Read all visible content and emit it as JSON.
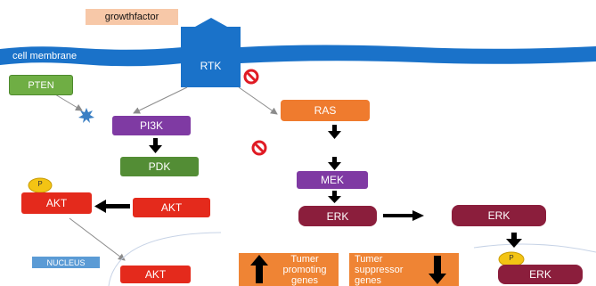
{
  "labels": {
    "growth_factor": "growthfactor",
    "cell_membrane": "cell membrane",
    "rtk": "RTK",
    "pten": "PTEN",
    "pi3k": "PI3K",
    "pdk": "PDK",
    "akt_left": "AKT",
    "akt_right": "AKT",
    "akt_nucleus": "AKT",
    "phospho_akt": "P",
    "ras": "RAS",
    "mek": "MEK",
    "erk_left": "ERK",
    "erk_right": "ERK",
    "erk_nucleus": "ERK",
    "phospho_erk": "P",
    "nucleus": "NUCLEUS",
    "tumor_promoting": "Tumer promoting genes",
    "tumor_suppressor": "Tumer suppressor genes"
  },
  "colors": {
    "membrane": "#1a72c9",
    "rtk": "#1a72c9",
    "growth_factor_bg": "#f7c8a8",
    "pten": "#6fae44",
    "pi3k": "#7f3aa3",
    "pdk": "#538d35",
    "akt": "#e42a1c",
    "ras": "#ef7b2e",
    "mek": "#7f3aa3",
    "erk": "#8b1e3c",
    "phospho": "#f3c414",
    "nucleus_tag": "#5b9bd5",
    "gene_box": "#ef8434",
    "inhibitor": "#e01b24",
    "star": "#3a7fc4"
  }
}
